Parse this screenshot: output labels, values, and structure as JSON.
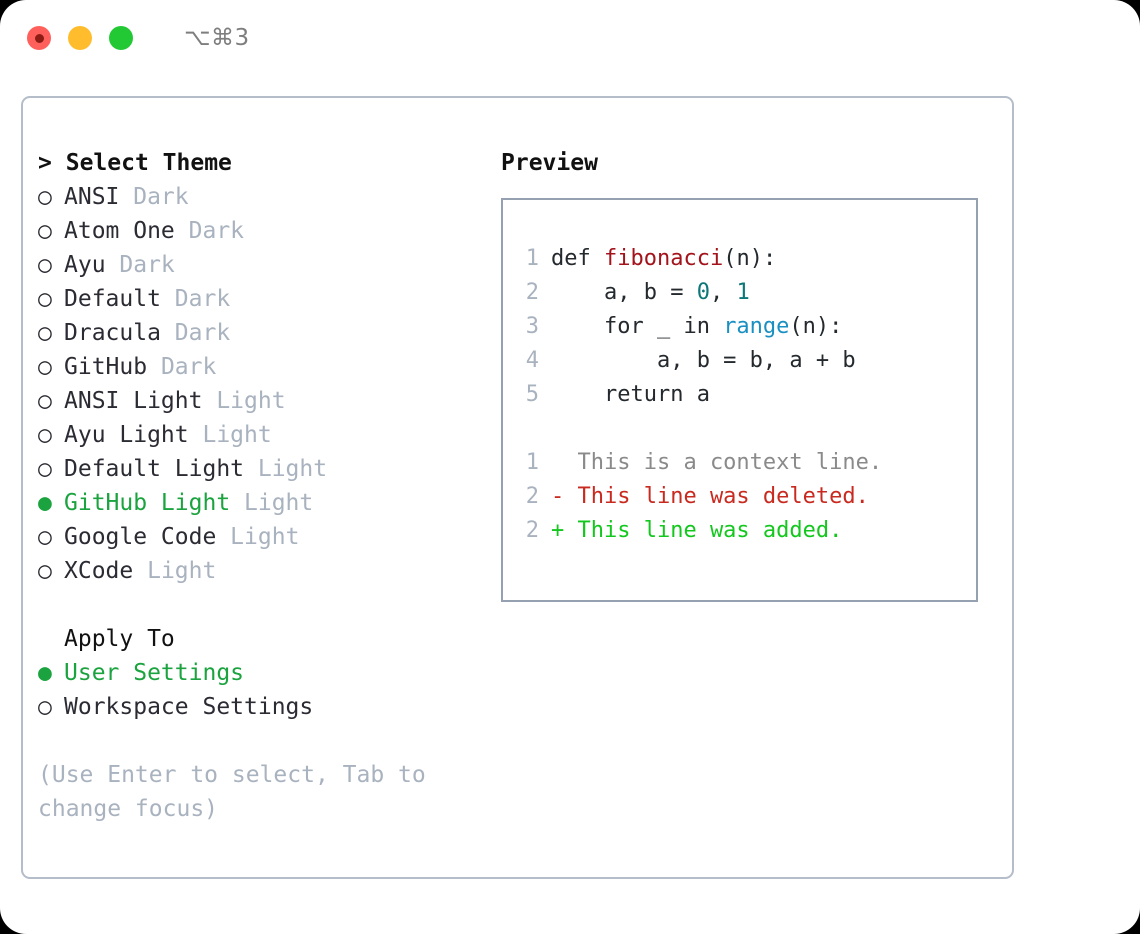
{
  "titlebar": {
    "shortcut": "⌥⌘3",
    "lights": [
      "close-red",
      "minimize-yellow",
      "maximize-green"
    ]
  },
  "theme_picker": {
    "heading": "Select Theme",
    "caret": ">",
    "marker_unselected": "○",
    "marker_selected": "●",
    "items": [
      {
        "name": "ANSI",
        "category": "Dark",
        "selected": false
      },
      {
        "name": "Atom One",
        "category": "Dark",
        "selected": false
      },
      {
        "name": "Ayu",
        "category": "Dark",
        "selected": false
      },
      {
        "name": "Default",
        "category": "Dark",
        "selected": false
      },
      {
        "name": "Dracula",
        "category": "Dark",
        "selected": false
      },
      {
        "name": "GitHub",
        "category": "Dark",
        "selected": false
      },
      {
        "name": "ANSI Light",
        "category": "Light",
        "selected": false
      },
      {
        "name": "Ayu Light",
        "category": "Light",
        "selected": false
      },
      {
        "name": "Default Light",
        "category": "Light",
        "selected": false
      },
      {
        "name": "GitHub Light",
        "category": "Light",
        "selected": true
      },
      {
        "name": "Google Code",
        "category": "Light",
        "selected": false
      },
      {
        "name": "XCode",
        "category": "Light",
        "selected": false
      }
    ]
  },
  "apply_to": {
    "heading": "Apply To",
    "items": [
      {
        "name": "User Settings",
        "selected": true
      },
      {
        "name": "Workspace Settings",
        "selected": false
      }
    ]
  },
  "hint": "(Use Enter to select, Tab to change focus)",
  "preview": {
    "heading": "Preview",
    "code_lines": [
      {
        "no": "1",
        "tokens": [
          {
            "t": "def ",
            "c": "plain"
          },
          {
            "t": "fibonacci",
            "c": "fn"
          },
          {
            "t": "(n):",
            "c": "plain"
          }
        ]
      },
      {
        "no": "2",
        "tokens": [
          {
            "t": "    a, b = ",
            "c": "plain"
          },
          {
            "t": "0",
            "c": "num"
          },
          {
            "t": ", ",
            "c": "plain"
          },
          {
            "t": "1",
            "c": "num"
          }
        ]
      },
      {
        "no": "3",
        "tokens": [
          {
            "t": "    for _ in ",
            "c": "plain"
          },
          {
            "t": "range",
            "c": "builtin"
          },
          {
            "t": "(n):",
            "c": "plain"
          }
        ]
      },
      {
        "no": "4",
        "tokens": [
          {
            "t": "        a, b = b, a + b",
            "c": "plain"
          }
        ]
      },
      {
        "no": "5",
        "tokens": [
          {
            "t": "    return a",
            "c": "plain"
          }
        ]
      }
    ],
    "diff_lines": [
      {
        "no": "1",
        "prefix": "  ",
        "text": "This is a context line.",
        "kind": "ctx"
      },
      {
        "no": "2",
        "prefix": "- ",
        "text": "This line was deleted.",
        "kind": "del"
      },
      {
        "no": "2",
        "prefix": "+ ",
        "text": "This line was added.",
        "kind": "add"
      }
    ]
  },
  "colors": {
    "accent_green": "#1aa33e",
    "muted_gray": "#a9b2bf",
    "border": "#b4bdc9",
    "code_border": "#95a0b0",
    "diff_add": "#14c71e",
    "diff_del": "#c92a1f",
    "token_fn": "#a3131b",
    "token_num": "#0d7777",
    "token_builtin": "#1a8fc1"
  }
}
